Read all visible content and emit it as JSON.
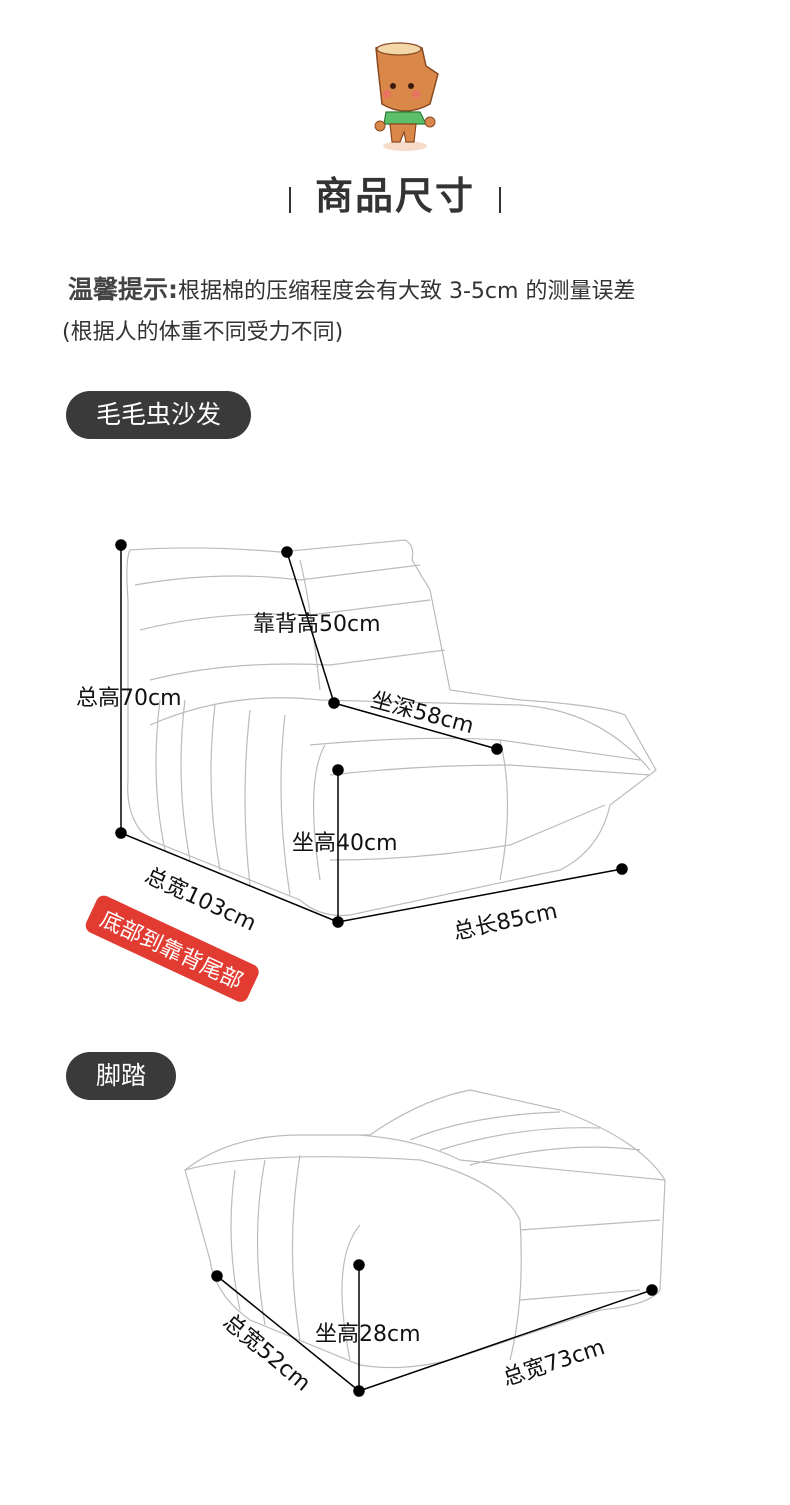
{
  "header": {
    "title": "商品尺寸",
    "mascot": "tree-stump-mascot"
  },
  "notice": {
    "label": "温馨提示:",
    "text": "根据棉的压缩程度会有大致 3-5cm 的测量误差",
    "sub": "(根据人的体重不同受力不同)"
  },
  "sofa": {
    "section_label": "毛毛虫沙发",
    "dims": {
      "backrest_height": "靠背高50cm",
      "total_height": "总高70cm",
      "seat_depth": "坐深58cm",
      "seat_height": "坐高40cm",
      "total_width": "总宽103cm",
      "total_length": "总长85cm"
    },
    "note_badge": "底部到靠背尾部"
  },
  "footstool": {
    "section_label": "脚踏",
    "dims": {
      "seat_height": "坐高28cm",
      "width_a": "总宽52cm",
      "width_b": "总宽73cm"
    }
  },
  "colors": {
    "pill_bg": "#3a3a3a",
    "badge": "#e23b31",
    "outline": "#bbbbbb"
  }
}
